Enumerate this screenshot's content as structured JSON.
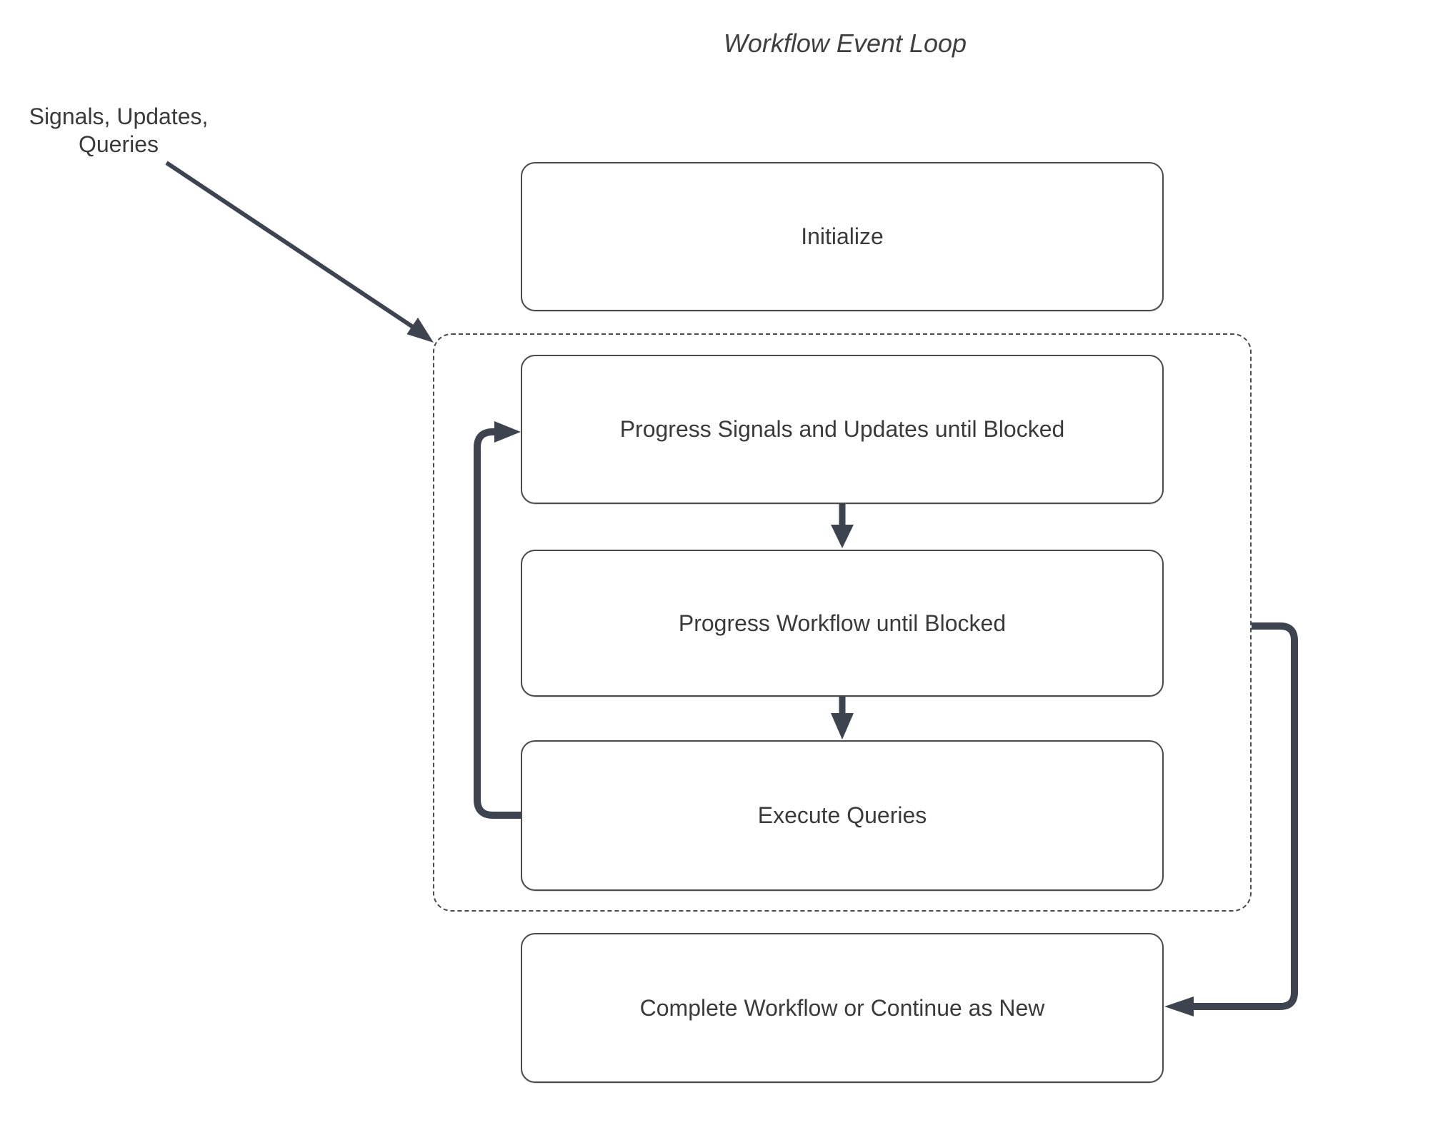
{
  "title": "Workflow Event Loop",
  "input_annotation": {
    "line1": "Signals, Updates,",
    "line2": "Queries"
  },
  "nodes": {
    "initialize": {
      "label": "Initialize"
    },
    "loop_group": {
      "steps": [
        {
          "label": "Progress Signals and Updates until Blocked"
        },
        {
          "label": "Progress Workflow until Blocked"
        },
        {
          "label": "Execute Queries"
        }
      ]
    },
    "complete": {
      "label": "Complete Workflow or Continue as New"
    }
  },
  "colors": {
    "connector": "#3d4450",
    "node_border": "#4a4a4a",
    "label_text": "#3a3a3a",
    "canvas_background": "#ffffff"
  }
}
